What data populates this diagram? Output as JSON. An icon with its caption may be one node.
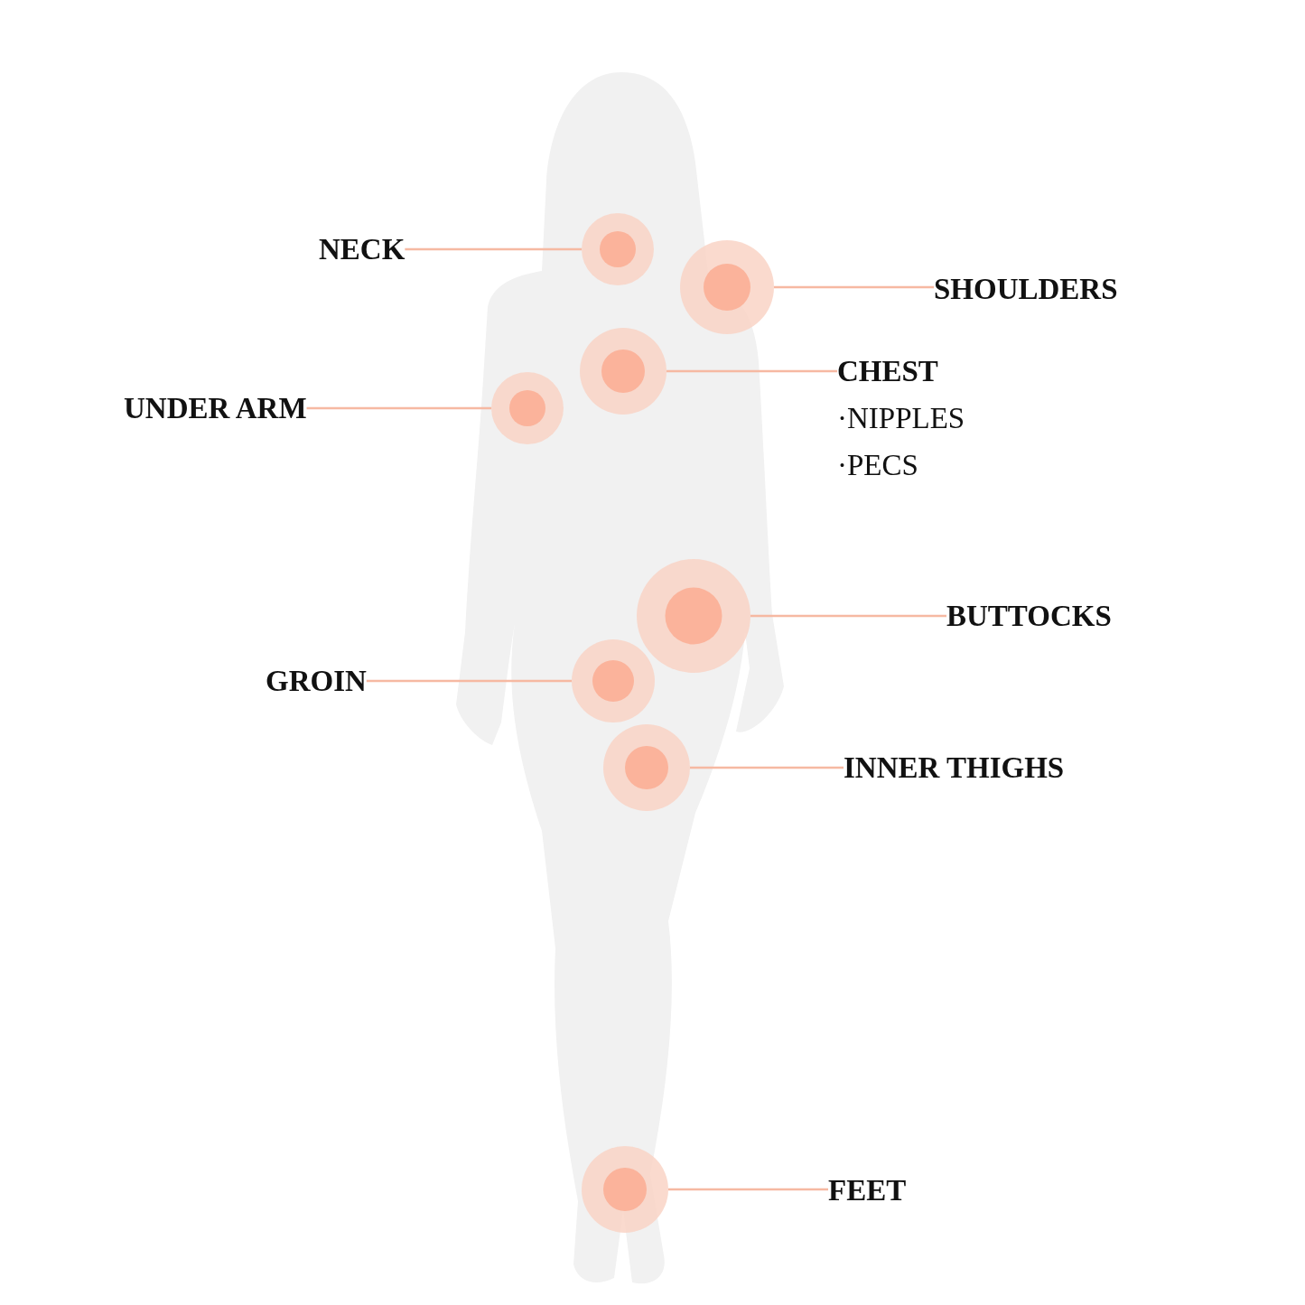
{
  "diagram": {
    "nodes": [
      {
        "text": [
          "NECK"
        ]
      },
      {
        "text": [],
        "shape": "circle"
      },
      {
        "text": [],
        "shape": "circle"
      },
      {
        "text": [
          "SHOULDERS"
        ]
      },
      {
        "text": [
          "CHEST",
          "·NIPPLES",
          "·PECS"
        ]
      },
      {
        "text": [],
        "shape": "circle"
      },
      {
        "text": [
          "UNDER ARM"
        ]
      },
      {
        "text": [],
        "shape": "circle"
      },
      {
        "text": [],
        "shape": "circle"
      },
      {
        "text": [
          "BUTTOCKS"
        ]
      },
      {
        "text": [
          "GROIN"
        ]
      },
      {
        "text": [],
        "shape": "circle"
      },
      {
        "text": [],
        "shape": "circle"
      },
      {
        "text": [
          "INNER THIGHS"
        ]
      },
      {
        "text": [],
        "shape": "circle"
      },
      {
        "text": [
          "FEET"
        ]
      }
    ],
    "edges": [
      {
        "from": 0,
        "to": 1,
        "arrow": "none"
      },
      {
        "from": 3,
        "to": 2,
        "arrow": "none"
      },
      {
        "from": 4,
        "to": 5,
        "arrow": "none"
      },
      {
        "from": 6,
        "to": 7,
        "arrow": "none"
      },
      {
        "from": 9,
        "to": 8,
        "arrow": "none"
      },
      {
        "from": 10,
        "to": 11,
        "arrow": "none"
      },
      {
        "from": 13,
        "to": 12,
        "arrow": "none"
      },
      {
        "from": 15,
        "to": 14,
        "arrow": "none"
      }
    ]
  }
}
